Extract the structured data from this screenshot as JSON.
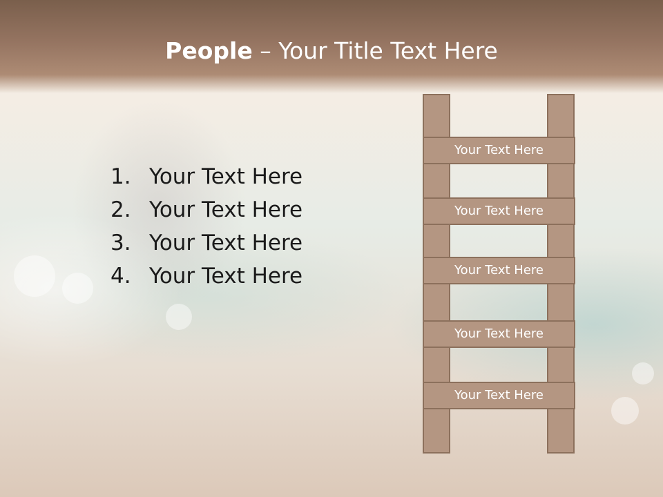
{
  "title": {
    "strong": "People",
    "rest": " – Your Title Text Here"
  },
  "list": [
    {
      "number": "1.",
      "text": "Your Text Here"
    },
    {
      "number": "2.",
      "text": "Your Text Here"
    },
    {
      "number": "3.",
      "text": "Your Text Here"
    },
    {
      "number": "4.",
      "text": "Your Text Here"
    }
  ],
  "ladder": {
    "rungs": [
      "Your Text Here",
      "Your Text Here",
      "Your Text Here",
      "Your Text Here",
      "Your Text Here"
    ]
  }
}
